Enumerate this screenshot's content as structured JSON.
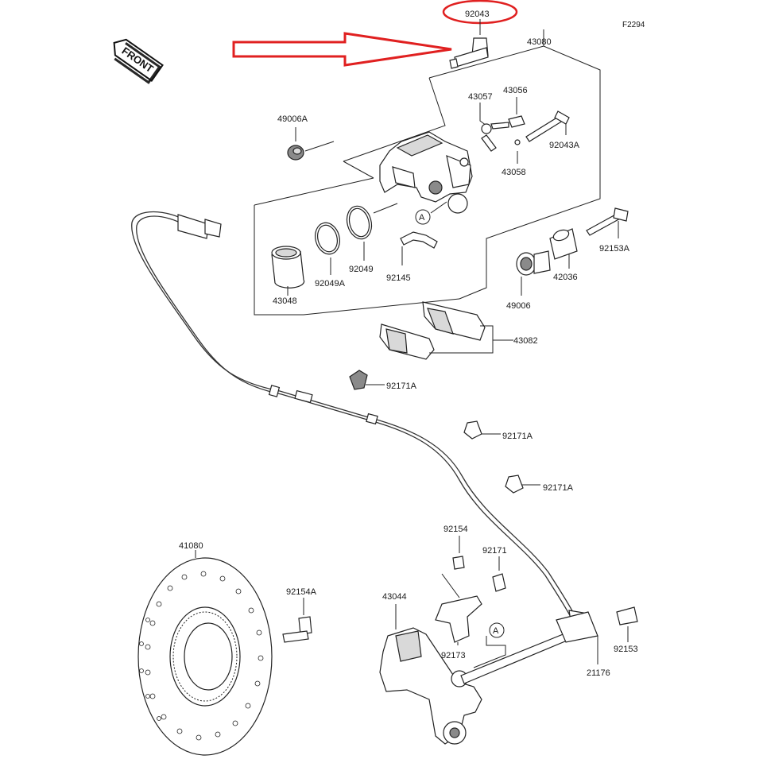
{
  "figure_code": "F2294",
  "front_label": "FRONT",
  "highlight": {
    "part": "92043",
    "arrow_color": "#e02020",
    "ring_color": "#e02020"
  },
  "callouts": [
    {
      "id": "92043"
    },
    {
      "id": "43080"
    },
    {
      "id": "49006A"
    },
    {
      "id": "43057"
    },
    {
      "id": "43056"
    },
    {
      "id": "92043A"
    },
    {
      "id": "43058"
    },
    {
      "id": "92153A"
    },
    {
      "id": "42036"
    },
    {
      "id": "49006"
    },
    {
      "id": "92049"
    },
    {
      "id": "92049A"
    },
    {
      "id": "43048"
    },
    {
      "id": "92145"
    },
    {
      "id": "43082"
    },
    {
      "id": "92171A"
    },
    {
      "id": "92171A"
    },
    {
      "id": "92171A"
    },
    {
      "id": "92154"
    },
    {
      "id": "92171"
    },
    {
      "id": "41080"
    },
    {
      "id": "92154A"
    },
    {
      "id": "43044"
    },
    {
      "id": "92173"
    },
    {
      "id": "21176"
    },
    {
      "id": "92153"
    }
  ],
  "ref_marks": [
    "A",
    "A"
  ]
}
